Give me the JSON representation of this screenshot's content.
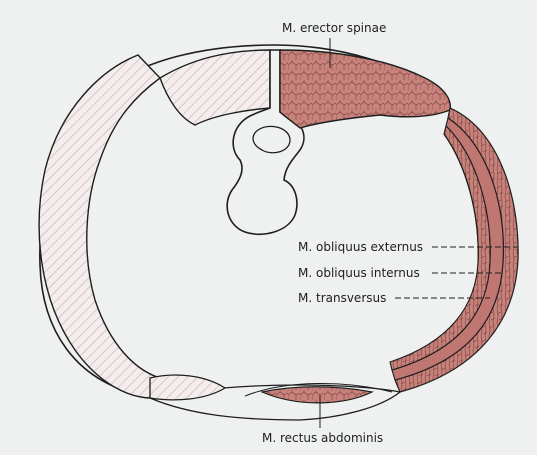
{
  "labels": {
    "erector_spinae": "M. erector spinae",
    "obliquus_externus": "M. obliquus externus",
    "obliquus_internus": "M. obliquus internus",
    "transversus": "M. transversus",
    "rectus_abdominis": "M. rectus abdominis"
  },
  "colors": {
    "muscle": "#c8827c",
    "muscle_light": "#e3bcb8",
    "outline": "#1e1e1e",
    "background": "#eef1ef",
    "fascia_hatch": "#c9a6a4"
  }
}
